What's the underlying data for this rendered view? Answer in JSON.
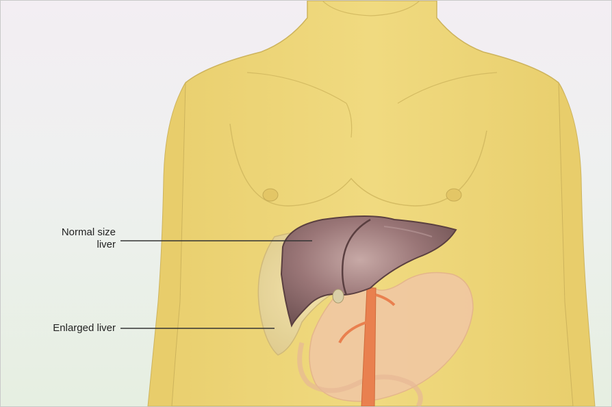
{
  "diagram": {
    "labels": {
      "normal_size_liver_line1": "Normal size",
      "normal_size_liver_line2": "liver",
      "enlarged_liver": "Enlarged liver"
    },
    "colors": {
      "background_top": "#f3eef3",
      "background_bottom": "#e6efe1",
      "skin": "#eed77a",
      "skin_outline": "#cdb35c",
      "normal_liver": "#8c6a6c",
      "enlarged_liver_outline": "#e2cf8f",
      "stomach": "#f1c7a5",
      "aorta": "#e9804f",
      "leader_line": "#333333"
    }
  }
}
